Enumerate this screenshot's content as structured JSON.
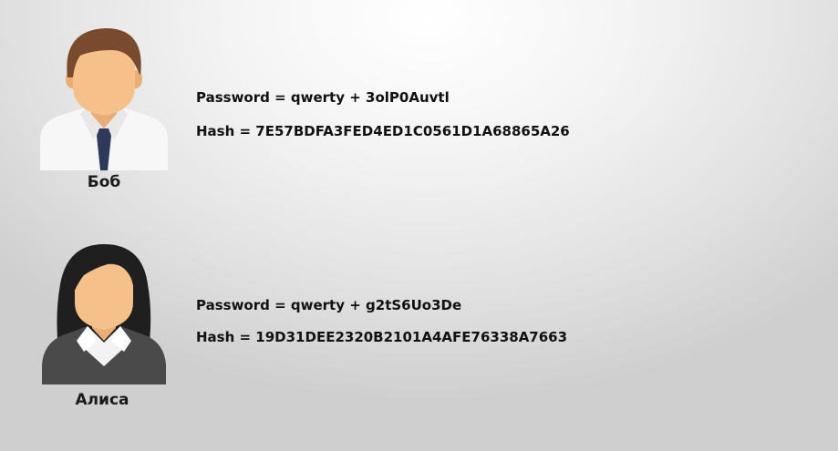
{
  "users": [
    {
      "name": "Боб",
      "password_prefix": "Password = qwerty",
      "password_salt": "+ 3olP0Auvtl",
      "hash_line": "Hash = 7E57BDFA3FED4ED1C0561D1A68865A26"
    },
    {
      "name": "Алиса",
      "password_prefix": "Password = qwerty",
      "password_salt": "+ g2tS6Uo3De",
      "hash_line": "Hash = 19D31DEE2320B2101A4AFE76338A7663"
    }
  ],
  "icons": {
    "bob": "male-user-icon",
    "alice": "female-user-icon"
  },
  "colors": {
    "skin": "#F5C08A",
    "male_hair": "#7A4A2E",
    "female_hair": "#1F1F1F",
    "tie": "#2E3A5C",
    "jacket": "#4A4A4A"
  }
}
